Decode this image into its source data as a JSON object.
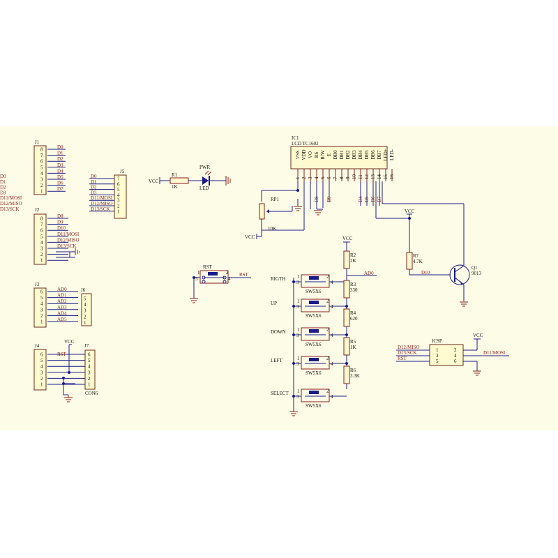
{
  "j1": {
    "ref": "J1",
    "pins": [
      "8",
      "7",
      "6",
      "5",
      "4",
      "3",
      "2",
      "1"
    ],
    "nets": [
      "D0",
      "D1",
      "D2",
      "D3",
      "D4",
      "D5",
      "D6",
      "D7"
    ]
  },
  "j2": {
    "ref": "J2",
    "pins": [
      "8",
      "7",
      "6",
      "5",
      "4",
      "3",
      "2",
      "1"
    ],
    "nets": [
      "D8",
      "D9",
      "D10",
      "D11/MOSI",
      "D12/MISO",
      "D13/SCK"
    ]
  },
  "j3": {
    "ref": "J3",
    "pins": [
      "6",
      "5",
      "4",
      "3",
      "2",
      "1"
    ],
    "nets": [
      "AD0",
      "AD1",
      "AD2",
      "AD3",
      "AD4",
      "AD5"
    ]
  },
  "j4": {
    "ref": "J4",
    "pins": [
      "6",
      "5",
      "4",
      "3",
      "2",
      "1"
    ],
    "vcc": "VCC",
    "net": "RST"
  },
  "j5": {
    "ref": "J5",
    "pins": [
      "7",
      "6",
      "5",
      "4",
      "3",
      "2",
      "1"
    ],
    "nets": [
      "D0",
      "D1",
      "D2",
      "D3",
      "D11/MOSI",
      "D12/MISO",
      "D13/SCK"
    ]
  },
  "j6": {
    "ref": "J6",
    "pins": [
      "5",
      "4",
      "3",
      "2",
      "1"
    ]
  },
  "j7": {
    "ref": "J7",
    "pins": [
      "6",
      "5",
      "4",
      "3",
      "2",
      "1"
    ],
    "value": "CON6"
  },
  "power": {
    "vcc": "VCC",
    "r_ref": "R1",
    "r_val": "1K",
    "led_ref": "PWR",
    "led_val": "LED"
  },
  "lcd": {
    "ref": "IC1",
    "title": "LCD  TC1602",
    "pin_names": [
      "VSS",
      "VDD",
      "VO",
      "RS",
      "R/W",
      "E",
      "DB0",
      "DB1",
      "DB2",
      "DB3",
      "DB4",
      "DB5",
      "DB6",
      "DB7",
      "LED+",
      "LED-"
    ],
    "pin_nums": [
      "1",
      "2",
      "3",
      "4",
      "5",
      "6",
      "7",
      "8",
      "9",
      "10",
      "11",
      "12",
      "13",
      "14",
      "15",
      "16"
    ],
    "nets": [
      "D8",
      "D9",
      "D4",
      "D5",
      "D6",
      "D7"
    ]
  },
  "rp1": {
    "ref": "RP1",
    "val": "10K",
    "vcc": "VCC"
  },
  "backlight": {
    "vcc": "VCC",
    "r_ref": "R7",
    "r_val": "4.7K",
    "net": "D10",
    "q_ref": "Q1",
    "q_val": "9013"
  },
  "rst_btn": {
    "ref": "RST",
    "net": "RST",
    "pins": [
      "1",
      "2",
      "3",
      "4"
    ]
  },
  "keys": {
    "vcc": "VCC",
    "net": "AD0",
    "buttons": [
      {
        "name": "RIGTH",
        "part": "SW5X6"
      },
      {
        "name": "UP",
        "part": "SW5X6"
      },
      {
        "name": "DOWN",
        "part": "SW5X6"
      },
      {
        "name": "LEFT",
        "part": "SW5X6"
      },
      {
        "name": "SELECT",
        "part": "SW5X6"
      }
    ],
    "resistors": [
      {
        "ref": "R2",
        "val": "2K"
      },
      {
        "ref": "R3",
        "val": "330"
      },
      {
        "ref": "R4",
        "val": "620"
      },
      {
        "ref": "R5",
        "val": "1K"
      },
      {
        "ref": "R6",
        "val": "3.3K"
      }
    ],
    "pins": [
      "1",
      "2",
      "3",
      "4"
    ]
  },
  "icsp": {
    "ref": "ICSP",
    "vcc": "VCC",
    "left_nets": [
      "D12/MISO",
      "D13/SCK",
      "RST"
    ],
    "right_net": "D11/MOSI",
    "pins_left": [
      "1",
      "3",
      "5"
    ],
    "pins_right": [
      "2",
      "4",
      "6"
    ]
  }
}
